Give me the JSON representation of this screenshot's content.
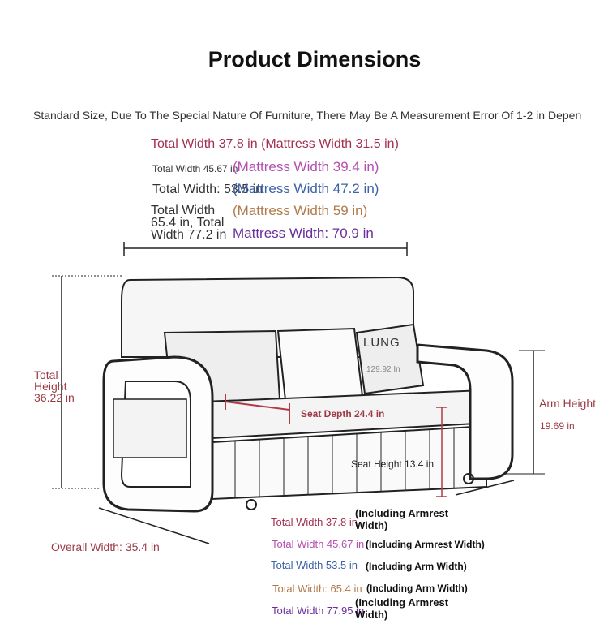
{
  "title": "Product Dimensions",
  "note": "Standard Size, Due To The Special Nature Of Furniture, There May Be A Measurement Error Of 1-2 in Depen",
  "colors": {
    "c1": "#a3304f",
    "c2": "#b44fb0",
    "c3": "#3c62a8",
    "c4": "#b07a4a",
    "c5": "#6a2f9a",
    "label": "#9b3a45",
    "dark": "#333333"
  },
  "top_labels": {
    "l1": "Total Width 37.8 in (Mattress Width 31.5 in)",
    "l2a": "Total Width 45.67 in",
    "l2b": "(Mattress Width 39.4 in)",
    "l3a": "Total Width: 53.5 in",
    "l3b": "(Mattress Width 47.2 in)",
    "l4a": "Total Width 65.4 in, Total Width 77.2 in",
    "l4b": "(Mattress Width 59 in)",
    "l5": "Mattress Width: 70.9 in"
  },
  "dims": {
    "total_height": "Total Height 36.22 in",
    "arm_height": "Arm Height",
    "arm_height_value": "19.69 in",
    "seat_depth": "Seat Depth 24.4 in",
    "seat_height": "Seat Height 13.4 in",
    "overall_width": "Overall Width: 35.4 in",
    "pillow_text": "129.92 In",
    "pillow_word": "LUNG"
  },
  "bottom_labels": [
    {
      "a": "Total Width 37.8 in",
      "b": "(Including Armrest Width)"
    },
    {
      "a": "Total Width 45.67 in",
      "b": "(Including Armrest Width)"
    },
    {
      "a": "Total Width 53.5 in",
      "b": "(Including Arm Width)"
    },
    {
      "a": "Total Width: 65.4 in",
      "b": "(Including Arm Width)"
    },
    {
      "a": "Total Width 77.95 in",
      "b": "(Including Armrest Width)"
    }
  ]
}
